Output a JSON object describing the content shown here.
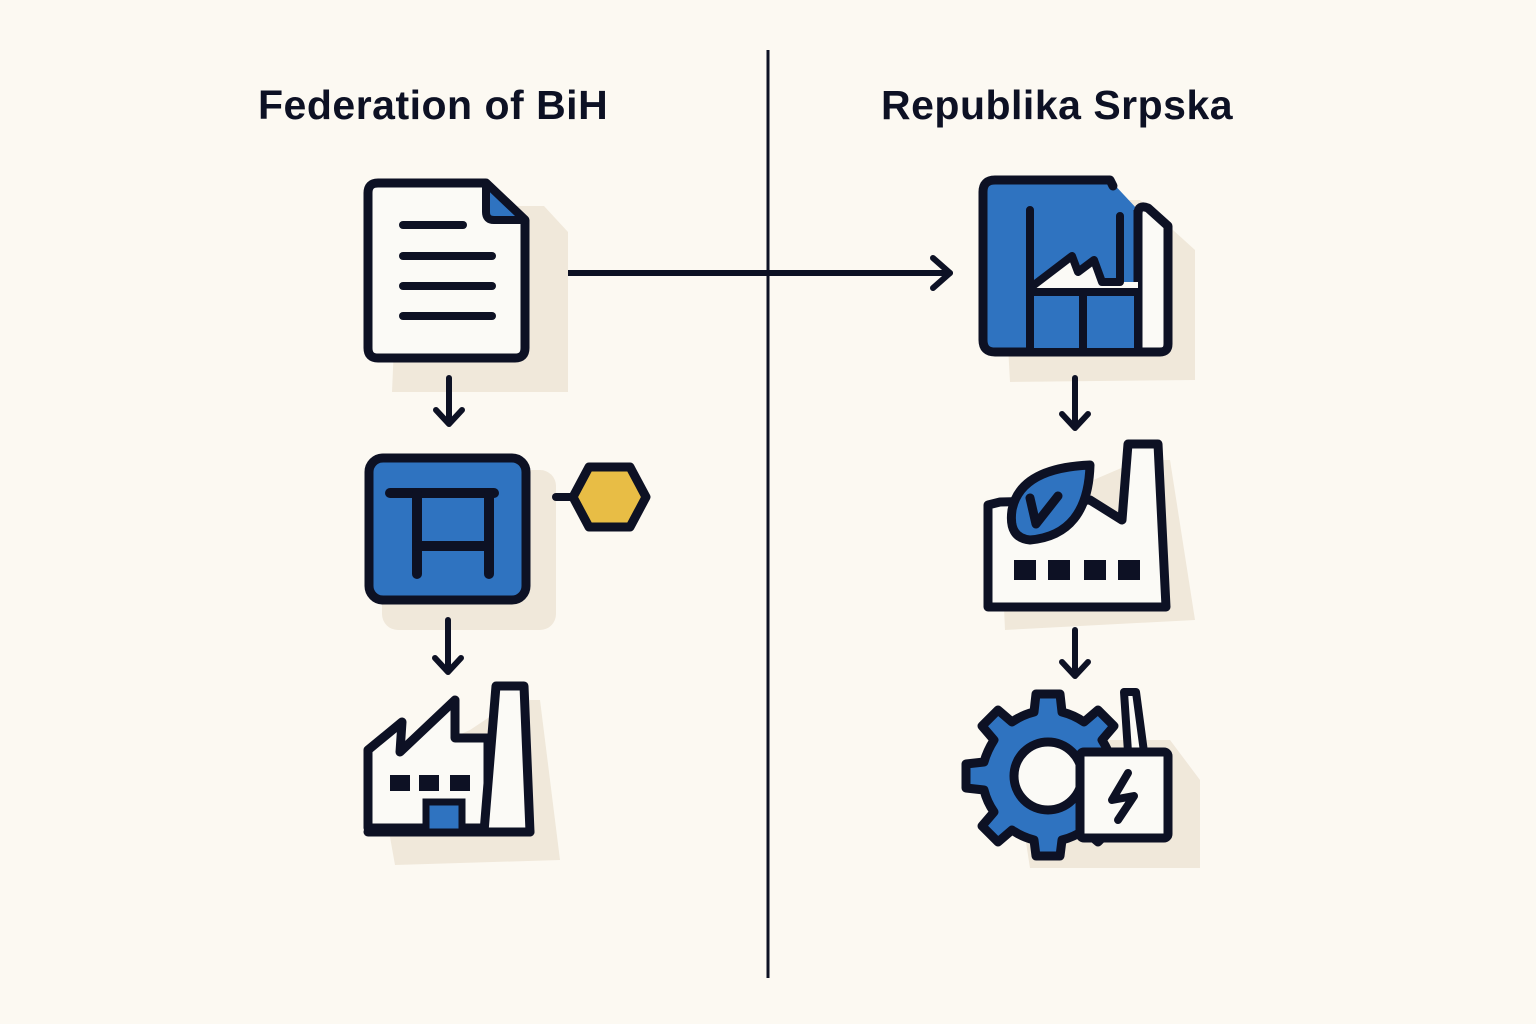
{
  "diagram": {
    "left_column": {
      "title": "Federation of BiH",
      "steps": [
        {
          "icon": "document-icon",
          "label": ""
        },
        {
          "icon": "regulatory-frame-icon",
          "label": ""
        },
        {
          "icon": "factory-icon",
          "label": ""
        }
      ],
      "side_marker": {
        "icon": "hexagon-icon",
        "color": "#e8bd45"
      }
    },
    "right_column": {
      "title": "Republika Srpska",
      "steps": [
        {
          "icon": "industrial-building-icon",
          "label": ""
        },
        {
          "icon": "eco-factory-icon",
          "label": ""
        },
        {
          "icon": "gear-power-plant-icon",
          "label": ""
        }
      ]
    },
    "connector": {
      "from": "document-icon",
      "to": "industrial-building-icon",
      "direction": "right"
    },
    "colors": {
      "background": "#fcf9f2",
      "outline": "#0d1124",
      "accent_blue": "#2f73c0",
      "accent_yellow": "#e8bd45",
      "shadow": "#f0e8da",
      "icon_fill": "#fbfaf6"
    }
  }
}
